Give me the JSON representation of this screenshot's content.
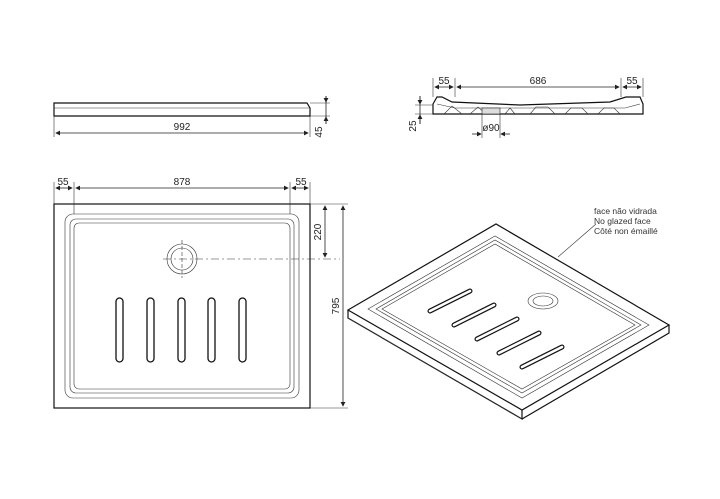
{
  "side_view": {
    "length": "992",
    "height": "45"
  },
  "section_view": {
    "left_margin": "55",
    "inner_width": "686",
    "right_margin": "55",
    "depth": "25",
    "drain_diameter": "ø90"
  },
  "top_view": {
    "left_margin": "55",
    "inner_width": "878",
    "right_margin": "55",
    "drain_offset": "220",
    "width": "795"
  },
  "callout": {
    "line1": "face não vidrada",
    "line2": "No glazed face",
    "line3": "Côté non émaillé"
  }
}
